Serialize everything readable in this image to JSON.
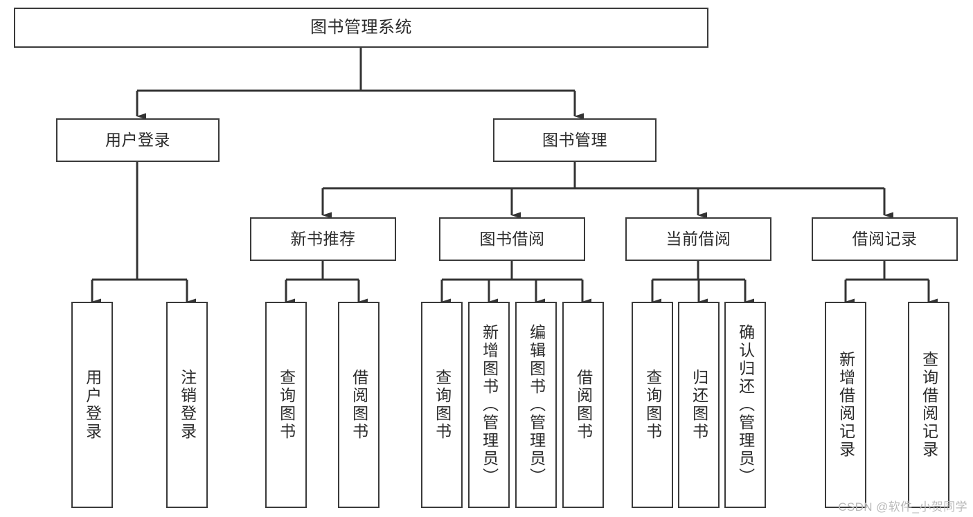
{
  "diagram": {
    "title": "图书管理系统",
    "type": "tree-hierarchy",
    "watermark": "CSDN @软件_小贺同学",
    "colors": {
      "box_border": "#3a3a3a",
      "box_fill": "#ffffff",
      "edge": "#333333",
      "text": "#2b2b2b",
      "watermark": "#b9b9b9",
      "background": "#ffffff"
    },
    "levels": {
      "level1": [
        {
          "id": "root",
          "label": "图书管理系统",
          "orientation": "horizontal"
        }
      ],
      "level2": [
        {
          "id": "login",
          "label": "用户登录",
          "orientation": "horizontal"
        },
        {
          "id": "bookmgmt",
          "label": "图书管理",
          "orientation": "horizontal"
        }
      ],
      "level3": [
        {
          "id": "newbook",
          "label": "新书推荐",
          "orientation": "horizontal",
          "parent": "bookmgmt"
        },
        {
          "id": "borrow",
          "label": "图书借阅",
          "orientation": "horizontal",
          "parent": "bookmgmt"
        },
        {
          "id": "current",
          "label": "当前借阅",
          "orientation": "horizontal",
          "parent": "bookmgmt"
        },
        {
          "id": "records",
          "label": "借阅记录",
          "orientation": "horizontal",
          "parent": "bookmgmt"
        }
      ],
      "leaves": [
        {
          "id": "leaf-login-1",
          "label": "用户登录",
          "orientation": "vertical",
          "parent": "login"
        },
        {
          "id": "leaf-login-2",
          "label": "注销登录",
          "orientation": "vertical",
          "parent": "login"
        },
        {
          "id": "leaf-newbook-1",
          "label": "查询图书",
          "orientation": "vertical",
          "parent": "newbook"
        },
        {
          "id": "leaf-newbook-2",
          "label": "借阅图书",
          "orientation": "vertical",
          "parent": "newbook"
        },
        {
          "id": "leaf-borrow-1",
          "label": "查询图书",
          "orientation": "vertical",
          "parent": "borrow"
        },
        {
          "id": "leaf-borrow-2",
          "label": "新增图书（管理员）",
          "orientation": "vertical",
          "parent": "borrow"
        },
        {
          "id": "leaf-borrow-3",
          "label": "编辑图书（管理员）",
          "orientation": "vertical",
          "parent": "borrow"
        },
        {
          "id": "leaf-borrow-4",
          "label": "借阅图书",
          "orientation": "vertical",
          "parent": "borrow"
        },
        {
          "id": "leaf-current-1",
          "label": "查询图书",
          "orientation": "vertical",
          "parent": "current"
        },
        {
          "id": "leaf-current-2",
          "label": "归还图书",
          "orientation": "vertical",
          "parent": "current"
        },
        {
          "id": "leaf-current-3",
          "label": "确认归还（管理员）",
          "orientation": "vertical",
          "parent": "current"
        },
        {
          "id": "leaf-records-1",
          "label": "新增借阅记录",
          "orientation": "vertical",
          "parent": "records"
        },
        {
          "id": "leaf-records-2",
          "label": "查询借阅记录",
          "orientation": "vertical",
          "parent": "records"
        }
      ]
    }
  }
}
